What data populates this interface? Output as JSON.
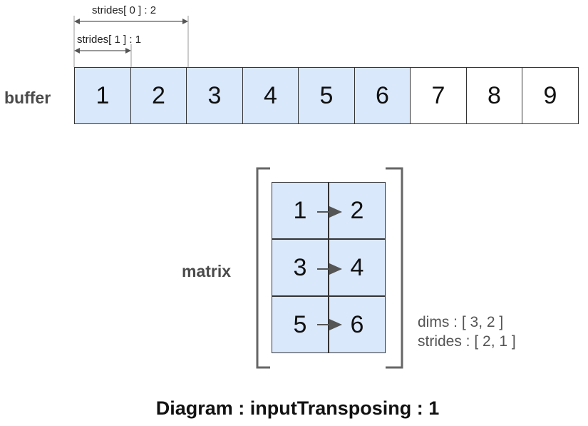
{
  "labels": {
    "buffer": "buffer",
    "matrix": "matrix"
  },
  "buffer": {
    "cells": [
      "1",
      "2",
      "3",
      "4",
      "5",
      "6",
      "7",
      "8",
      "9"
    ],
    "highlighted_count": 6,
    "highlight_color": "#dae8fc"
  },
  "strides_annotations": {
    "s0": "strides[ 0 ] : 2",
    "s1": "strides[ 1 ] : 1"
  },
  "matrix": {
    "rows": [
      [
        "1",
        "2"
      ],
      [
        "3",
        "4"
      ],
      [
        "5",
        "6"
      ]
    ],
    "dims": "dims : [ 3, 2 ]",
    "strides": "strides : [ 2, 1 ]"
  },
  "title": "Diagram : inputTransposing : 1"
}
